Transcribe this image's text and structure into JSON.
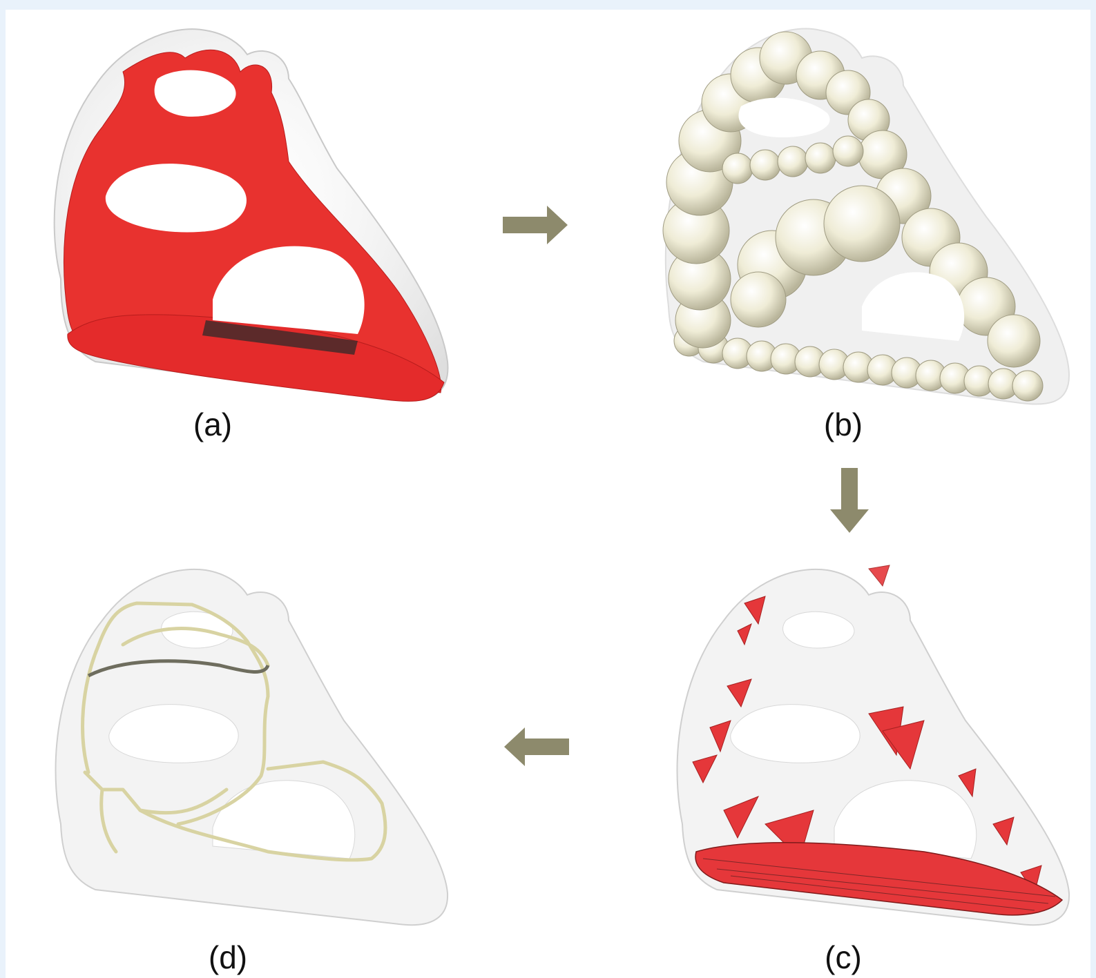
{
  "figure": {
    "panels": [
      {
        "id": "a",
        "label": "(a)",
        "style": "red shaded medial surface inside translucent shell",
        "color": "#e8322f"
      },
      {
        "id": "b",
        "label": "(b)",
        "style": "union of ivory spheres",
        "color": "#efecd6"
      },
      {
        "id": "c",
        "label": "(c)",
        "style": "sparse red triangulated surface inside translucent shell",
        "color": "#e5373a"
      },
      {
        "id": "d",
        "label": "(d)",
        "style": "yellow skeleton curves inside translucent shell",
        "color": "#eae7c2"
      }
    ],
    "arrows": [
      {
        "from": "a",
        "to": "b",
        "direction": "right"
      },
      {
        "from": "b",
        "to": "c",
        "direction": "down"
      },
      {
        "from": "c",
        "to": "d",
        "direction": "left"
      }
    ],
    "arrow_color": "#8d8a6c",
    "shell_color": "#dcdcdc"
  }
}
